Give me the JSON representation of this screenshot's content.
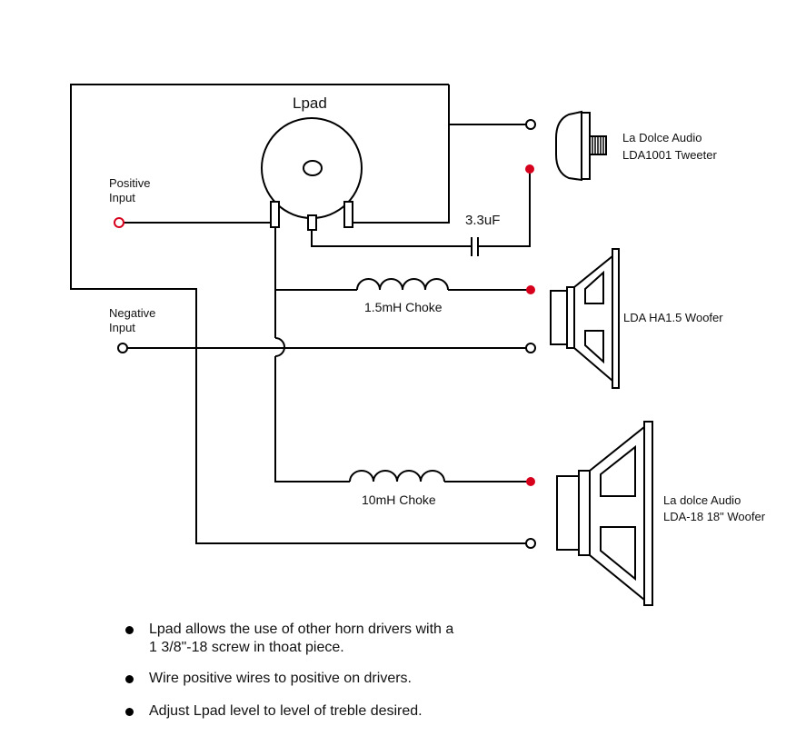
{
  "labels": {
    "lpad": "Lpad",
    "positive_input": [
      "Positive",
      "Input"
    ],
    "negative_input": [
      "Negative",
      "Input"
    ],
    "capacitor": "3.3uF",
    "choke_1": "1.5mH Choke",
    "choke_2": "10mH Choke",
    "tweeter": [
      "La Dolce Audio",
      "LDA1001 Tweeter"
    ],
    "woofer_1": "LDA HA1.5 Woofer",
    "woofer_2": [
      "La dolce Audio",
      "LDA-18  18\" Woofer"
    ]
  },
  "notes": [
    [
      "Lpad allows the use of other horn drivers with a",
      "1 3/8\"-18 screw in thoat piece."
    ],
    [
      "Wire positive wires to positive on drivers."
    ],
    [
      "Adjust Lpad level to level of treble desired."
    ]
  ],
  "colors": {
    "positive_terminal": "#d6001c",
    "negative_terminal": "#000000",
    "wire": "#000000"
  }
}
